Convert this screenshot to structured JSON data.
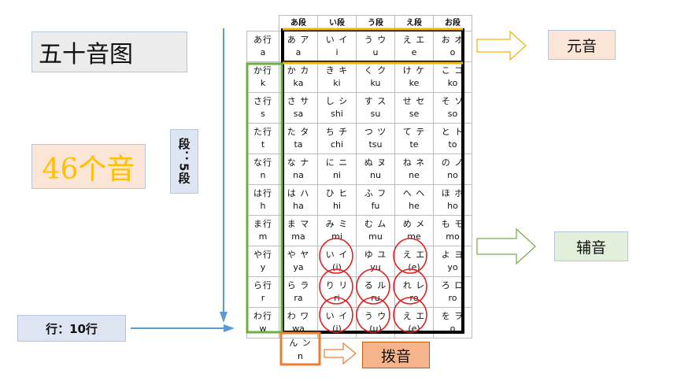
{
  "labels": {
    "title": "五十音图",
    "count": "46个音",
    "dan": "段：5段",
    "gyou": "行：10行",
    "vowel": "元音",
    "consonant": "辅音",
    "nasal": "拨音"
  },
  "table": {
    "columns": [
      "あ段",
      "い段",
      "う段",
      "え段",
      "お段"
    ],
    "rows": [
      {
        "label_kana": "あ行",
        "label_romaji": "a",
        "cells": [
          {
            "kana": "あ ア",
            "romaji": "a"
          },
          {
            "kana": "い イ",
            "romaji": "i"
          },
          {
            "kana": "う ウ",
            "romaji": "u"
          },
          {
            "kana": "え エ",
            "romaji": "e"
          },
          {
            "kana": "お オ",
            "romaji": "o"
          }
        ]
      },
      {
        "label_kana": "か行",
        "label_romaji": "k",
        "cells": [
          {
            "kana": "か カ",
            "romaji": "ka"
          },
          {
            "kana": "き キ",
            "romaji": "ki"
          },
          {
            "kana": "く ク",
            "romaji": "ku"
          },
          {
            "kana": "け ケ",
            "romaji": "ke"
          },
          {
            "kana": "こ コ",
            "romaji": "ko"
          }
        ]
      },
      {
        "label_kana": "さ行",
        "label_romaji": "s",
        "cells": [
          {
            "kana": "さ サ",
            "romaji": "sa"
          },
          {
            "kana": "し シ",
            "romaji": "shi"
          },
          {
            "kana": "す ス",
            "romaji": "su"
          },
          {
            "kana": "せ セ",
            "romaji": "se"
          },
          {
            "kana": "そ ソ",
            "romaji": "so"
          }
        ]
      },
      {
        "label_kana": "た行",
        "label_romaji": "t",
        "cells": [
          {
            "kana": "た タ",
            "romaji": "ta"
          },
          {
            "kana": "ち チ",
            "romaji": "chi"
          },
          {
            "kana": "つ ツ",
            "romaji": "tsu"
          },
          {
            "kana": "て テ",
            "romaji": "te"
          },
          {
            "kana": "と ト",
            "romaji": "to"
          }
        ]
      },
      {
        "label_kana": "な行",
        "label_romaji": "n",
        "cells": [
          {
            "kana": "な ナ",
            "romaji": "na"
          },
          {
            "kana": "に ニ",
            "romaji": "ni"
          },
          {
            "kana": "ぬ ヌ",
            "romaji": "nu"
          },
          {
            "kana": "ね ネ",
            "romaji": "ne"
          },
          {
            "kana": "の ノ",
            "romaji": "no"
          }
        ]
      },
      {
        "label_kana": "は行",
        "label_romaji": "h",
        "cells": [
          {
            "kana": "は ハ",
            "romaji": "ha"
          },
          {
            "kana": "ひ ヒ",
            "romaji": "hi"
          },
          {
            "kana": "ふ フ",
            "romaji": "fu"
          },
          {
            "kana": "へ ヘ",
            "romaji": "he"
          },
          {
            "kana": "ほ ホ",
            "romaji": "ho"
          }
        ]
      },
      {
        "label_kana": "ま行",
        "label_romaji": "m",
        "cells": [
          {
            "kana": "ま マ",
            "romaji": "ma"
          },
          {
            "kana": "み ミ",
            "romaji": "mi"
          },
          {
            "kana": "む ム",
            "romaji": "mu"
          },
          {
            "kana": "め メ",
            "romaji": "me"
          },
          {
            "kana": "も モ",
            "romaji": "mo"
          }
        ]
      },
      {
        "label_kana": "や行",
        "label_romaji": "y",
        "cells": [
          {
            "kana": "や ヤ",
            "romaji": "ya"
          },
          {
            "kana": "い イ",
            "romaji": "(i)"
          },
          {
            "kana": "ゆ ユ",
            "romaji": "yu"
          },
          {
            "kana": "え エ",
            "romaji": "(e)"
          },
          {
            "kana": "よ ヨ",
            "romaji": "yo"
          }
        ]
      },
      {
        "label_kana": "ら行",
        "label_romaji": "r",
        "cells": [
          {
            "kana": "ら ラ",
            "romaji": "ra"
          },
          {
            "kana": "り リ",
            "romaji": "ri"
          },
          {
            "kana": "る ル",
            "romaji": "ru"
          },
          {
            "kana": "れ レ",
            "romaji": "re"
          },
          {
            "kana": "ろ ロ",
            "romaji": "ro"
          }
        ]
      },
      {
        "label_kana": "わ行",
        "label_romaji": "w",
        "cells": [
          {
            "kana": "わ ワ",
            "romaji": "wa"
          },
          {
            "kana": "い イ",
            "romaji": "(i)"
          },
          {
            "kana": "う ウ",
            "romaji": "(u)"
          },
          {
            "kana": "え エ",
            "romaji": "(e)"
          },
          {
            "kana": "を ヲ",
            "romaji": "o"
          }
        ]
      }
    ],
    "nasal": {
      "kana": "ん ン",
      "romaji": "n"
    }
  },
  "colors": {
    "vowel_highlight": "#f4b400",
    "vowel_border": "#000000",
    "consonant_highlight": "#70ad47",
    "nasal_highlight": "#ed7d31",
    "blue_arrow": "#5b9bd5",
    "circle": "#e02020"
  }
}
